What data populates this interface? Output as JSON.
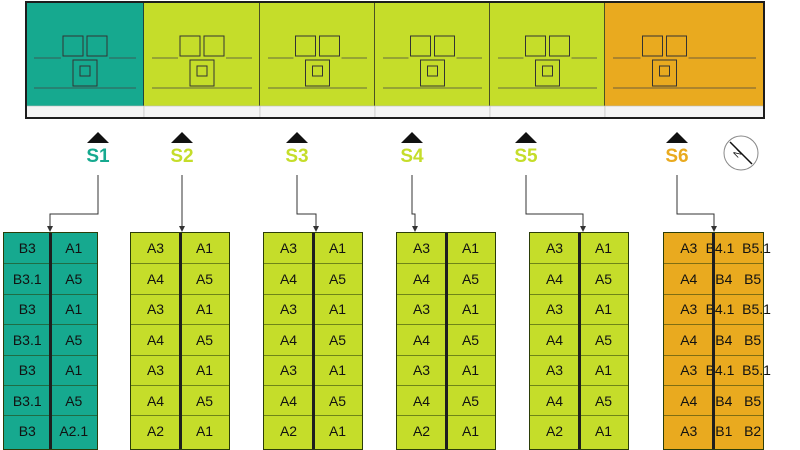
{
  "colors": {
    "teal": "#16a98f",
    "lime": "#c5dd2a",
    "orange": "#e9aa1f",
    "outline": "#2b3d08"
  },
  "sections": [
    {
      "label": "S1",
      "color": "#16a98f",
      "floors": [
        [
          "B3",
          "A1"
        ],
        [
          "B3.1",
          "A5"
        ],
        [
          "B3",
          "A1"
        ],
        [
          "B3.1",
          "A5"
        ],
        [
          "B3",
          "A1"
        ],
        [
          "B3.1",
          "A5"
        ],
        [
          "B3",
          "A2.1"
        ]
      ]
    },
    {
      "label": "S2",
      "color": "#c5dd2a",
      "floors": [
        [
          "A3",
          "A1"
        ],
        [
          "A4",
          "A5"
        ],
        [
          "A3",
          "A1"
        ],
        [
          "A4",
          "A5"
        ],
        [
          "A3",
          "A1"
        ],
        [
          "A4",
          "A5"
        ],
        [
          "A2",
          "A1"
        ]
      ]
    },
    {
      "label": "S3",
      "color": "#c5dd2a",
      "floors": [
        [
          "A3",
          "A1"
        ],
        [
          "A4",
          "A5"
        ],
        [
          "A3",
          "A1"
        ],
        [
          "A4",
          "A5"
        ],
        [
          "A3",
          "A1"
        ],
        [
          "A4",
          "A5"
        ],
        [
          "A2",
          "A1"
        ]
      ]
    },
    {
      "label": "S4",
      "color": "#c5dd2a",
      "floors": [
        [
          "A3",
          "A1"
        ],
        [
          "A4",
          "A5"
        ],
        [
          "A3",
          "A1"
        ],
        [
          "A4",
          "A5"
        ],
        [
          "A3",
          "A1"
        ],
        [
          "A4",
          "A5"
        ],
        [
          "A2",
          "A1"
        ]
      ]
    },
    {
      "label": "S5",
      "color": "#c5dd2a",
      "floors": [
        [
          "A3",
          "A1"
        ],
        [
          "A4",
          "A5"
        ],
        [
          "A3",
          "A1"
        ],
        [
          "A4",
          "A5"
        ],
        [
          "A3",
          "A1"
        ],
        [
          "A4",
          "A5"
        ],
        [
          "A2",
          "A1"
        ]
      ]
    },
    {
      "label": "S6",
      "color": "#e9aa1f",
      "floors": [
        [
          "A3",
          "B4.1  B5.1"
        ],
        [
          "A4",
          "B4   B5"
        ],
        [
          "A3",
          "B4.1  B5.1"
        ],
        [
          "A4",
          "B4   B5"
        ],
        [
          "A3",
          "B4.1  B5.1"
        ],
        [
          "A4",
          "B4   B5"
        ],
        [
          "A3",
          "B1   B2"
        ]
      ]
    }
  ],
  "compass_label": "N",
  "icons": [
    "section-marker-triangle-icon",
    "north-arrow-icon"
  ]
}
